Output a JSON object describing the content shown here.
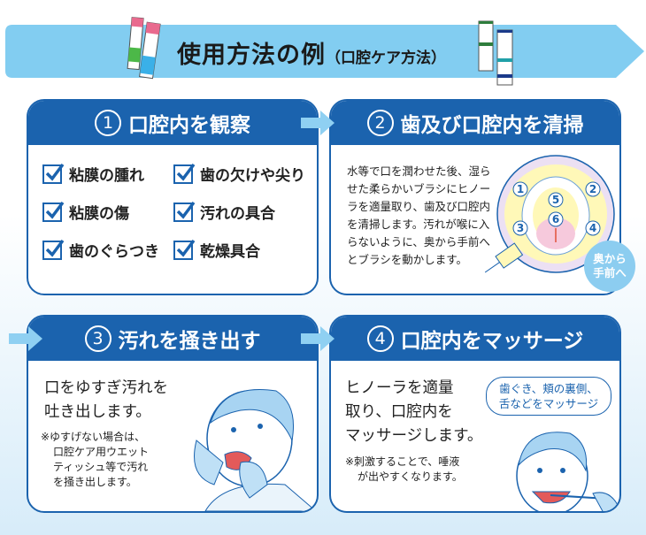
{
  "banner": {
    "title": "使用方法の例",
    "subtitle": "（口腔ケア方法）"
  },
  "steps": [
    {
      "number": "1",
      "title": "口腔内を観察",
      "checks": [
        "粘膜の腫れ",
        "歯の欠けや尖り",
        "粘膜の傷",
        "汚れの具合",
        "歯のぐらつき",
        "乾燥具合"
      ]
    },
    {
      "number": "2",
      "title": "歯及び口腔内を清掃",
      "lines": [
        "水等で口を潤わせた後、湿ら",
        "せた柔らかいブラシにヒノー",
        "ラを適量取り、歯及び口腔内",
        "を清掃します。汚れが喉に入",
        "らないように、奥から手前へ",
        "とブラシを動かします。"
      ],
      "diagram_labels": [
        "1",
        "2",
        "3",
        "4",
        "5",
        "6"
      ],
      "badge": [
        "奥から",
        "手前へ"
      ]
    },
    {
      "number": "3",
      "title": "汚れを掻き出す",
      "lines": [
        "口をゆすぎ汚れを",
        "吐き出します。"
      ],
      "note": [
        "※ゆすげない場合は、",
        "口腔ケア用ウエット",
        "ティッシュ等で汚れ",
        "を掻き出します。"
      ]
    },
    {
      "number": "4",
      "title": "口腔内をマッサージ",
      "lines": [
        "ヒノーラを適量",
        "取り、口腔内を",
        "マッサージします。"
      ],
      "note": [
        "※刺激することで、唾液",
        "が出やすくなります。"
      ],
      "bubble": [
        "歯ぐき、頬の裏側、",
        "舌などをマッサージ"
      ]
    }
  ],
  "colors": {
    "primary": "#1b63ae",
    "banner": "#82cdf1",
    "arrow": "#8fd0f2"
  }
}
